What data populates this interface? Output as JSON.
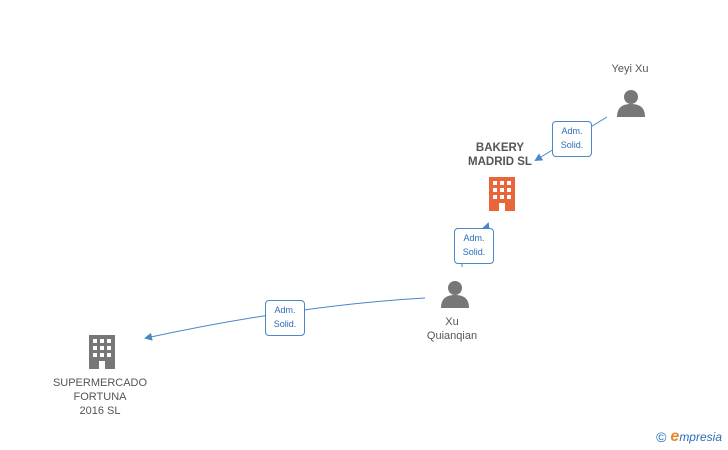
{
  "nodes": {
    "yeyi": {
      "label": "Yeyi Xu"
    },
    "bakery": {
      "label": "BAKERY\nMADRID  SL"
    },
    "xu": {
      "label": "Xu\nQuianqian"
    },
    "supermercado": {
      "label": "SUPERMERCADO\nFORTUNA\n2016  SL"
    }
  },
  "edges": [
    {
      "label": "Adm.\nSolid."
    },
    {
      "label": "Adm.\nSolid."
    },
    {
      "label": "Adm.\nSolid."
    }
  ],
  "footer": {
    "copyright": "©",
    "brand_initial": "e",
    "brand_rest": "mpresia"
  },
  "colors": {
    "edge": "#4a86c8",
    "person": "#777777",
    "company_main": "#e8663a",
    "company": "#777777"
  }
}
